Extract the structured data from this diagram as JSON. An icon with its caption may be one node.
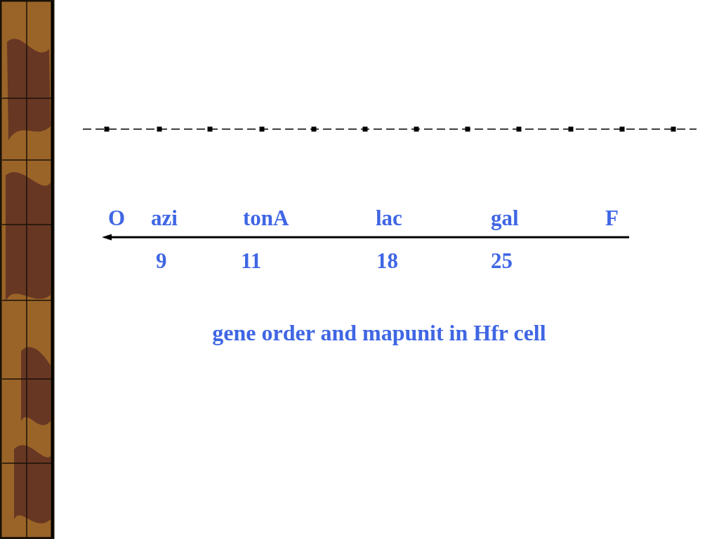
{
  "diagram": {
    "caption": "gene order and mapunit in Hfr cell",
    "labels": [
      "O",
      "azi",
      "tonA",
      "lac",
      "gal",
      "F",
      "9",
      "11",
      "18",
      "25"
    ]
  }
}
